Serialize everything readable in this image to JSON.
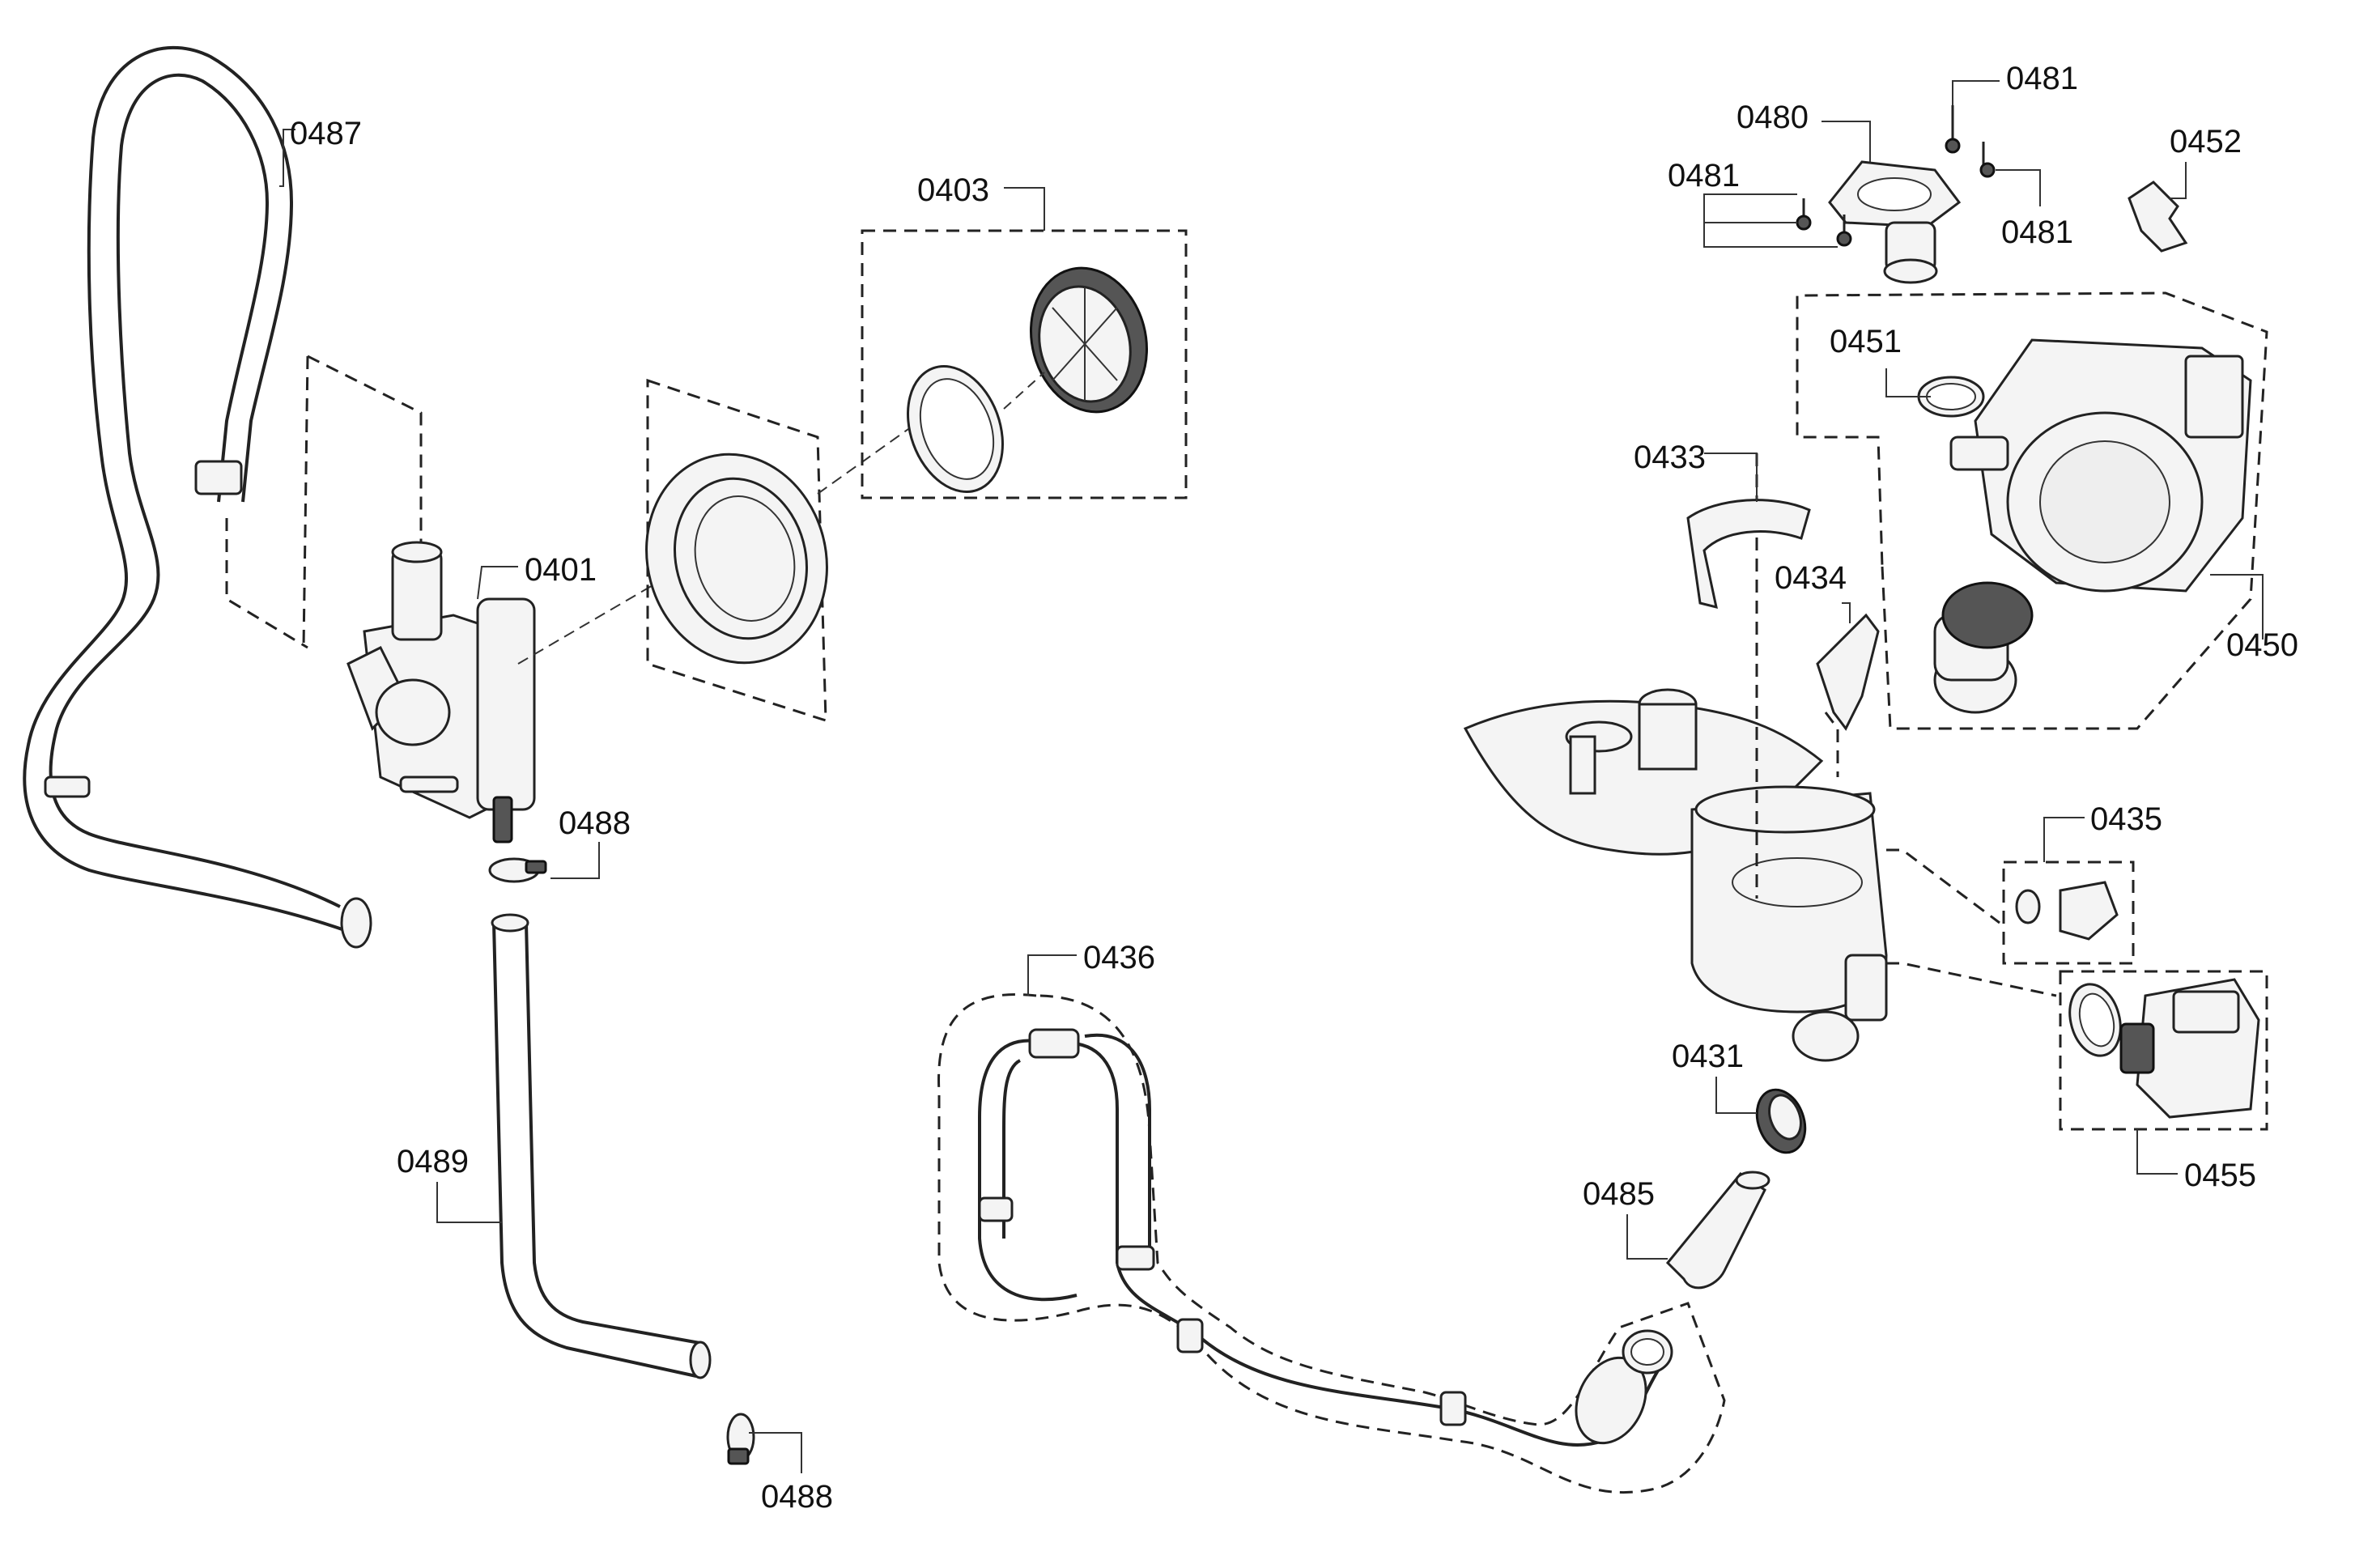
{
  "diagram": {
    "part_labels": {
      "p0487": "0487",
      "p0403": "0403",
      "p0401": "0401",
      "p0488_top": "0488",
      "p0489": "0489",
      "p0488_bottom": "0488",
      "p0436": "0436",
      "p0480": "0480",
      "p0481_top": "0481",
      "p0481_left": "0481",
      "p0481_right": "0481",
      "p0452": "0452",
      "p0451": "0451",
      "p0433": "0433",
      "p0434": "0434",
      "p0450": "0450",
      "p0435": "0435",
      "p0431": "0431",
      "p0455": "0455",
      "p0485": "0485"
    }
  }
}
